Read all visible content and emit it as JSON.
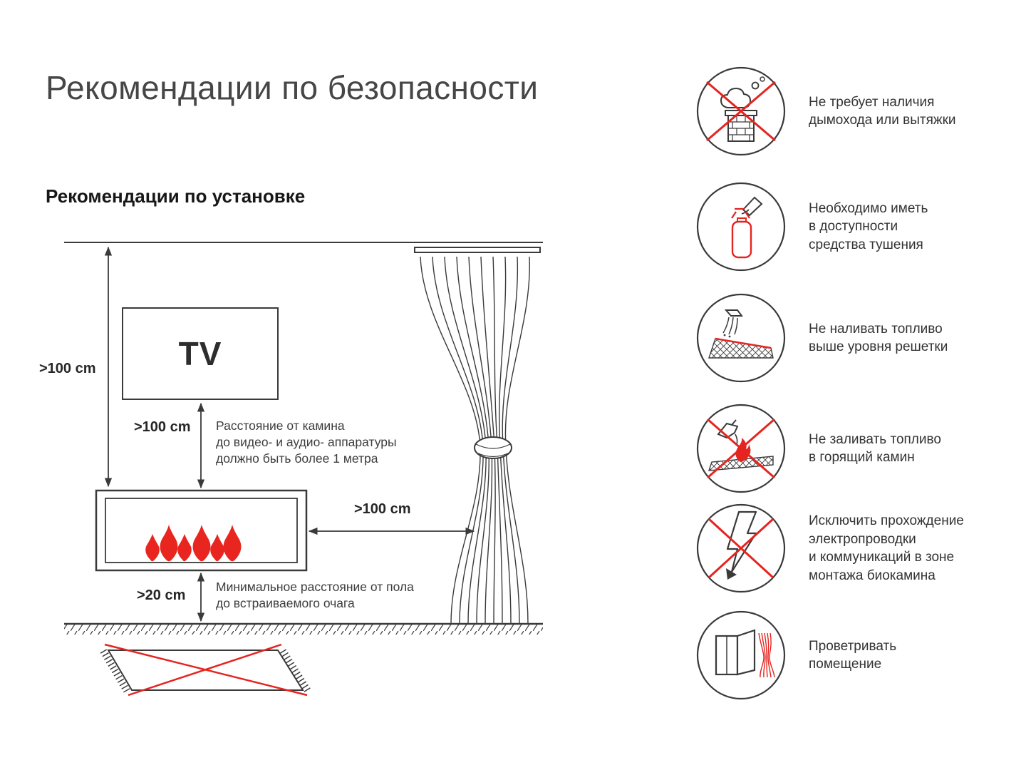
{
  "page": {
    "title": "Рекомендации по безопасности",
    "subtitle": "Рекомендации по установке"
  },
  "diagram": {
    "tv_label": "TV",
    "dim_wall_to_fireplace": ">100 cm",
    "dim_tv_to_fireplace": ">100 cm",
    "dim_fireplace_to_curtain": ">100 cm",
    "dim_floor_to_hearth": ">20 cm",
    "note_equipment": "Расстояние от камина\nдо видео- и аудио- аппаратуры\nдолжно быть более 1 метра",
    "note_floor": "Минимальное расстояние от пола\nдо встраиваемого очага"
  },
  "safety_items": [
    {
      "icon": "no-chimney-icon",
      "text": "Не требует наличия\nдымохода или вытяжки"
    },
    {
      "icon": "fire-extinguisher-icon",
      "text": "Необходимо иметь\nв доступности\nсредства тушения"
    },
    {
      "icon": "fuel-level-icon",
      "text": "Не наливать топливо\nвыше уровня решетки"
    },
    {
      "icon": "no-refuel-burning-icon",
      "text": "Не заливать топливо\nв горящий камин"
    },
    {
      "icon": "no-wiring-icon",
      "text": "Исключить прохождение\nэлектропроводки\nи коммуникаций в зоне\nмонтажа биокамина"
    },
    {
      "icon": "ventilate-room-icon",
      "text": "Проветривать\nпомещение"
    }
  ],
  "colors": {
    "line": "#3a3a3a",
    "accent_red": "#e52420"
  }
}
